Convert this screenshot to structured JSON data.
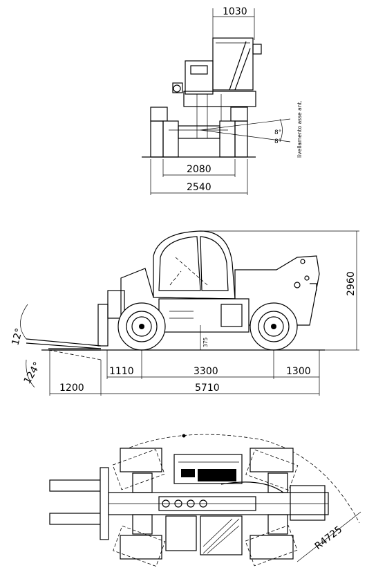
{
  "front_view": {
    "dim_top": "1030",
    "dim_track": "2080",
    "dim_width": "2540",
    "angle_label": "8°",
    "side_note": "livellamento asse ant."
  },
  "side_view": {
    "dim_height": "2960",
    "dim_front_overhang": "1110",
    "dim_wheelbase": "3300",
    "dim_rear_overhang": "1300",
    "dim_fork_length": "1200",
    "dim_total_length": "5710",
    "dim_clearance": "375",
    "angle_up": "12°",
    "angle_down": "124°"
  },
  "top_view": {
    "dim_radius": "R4725"
  }
}
